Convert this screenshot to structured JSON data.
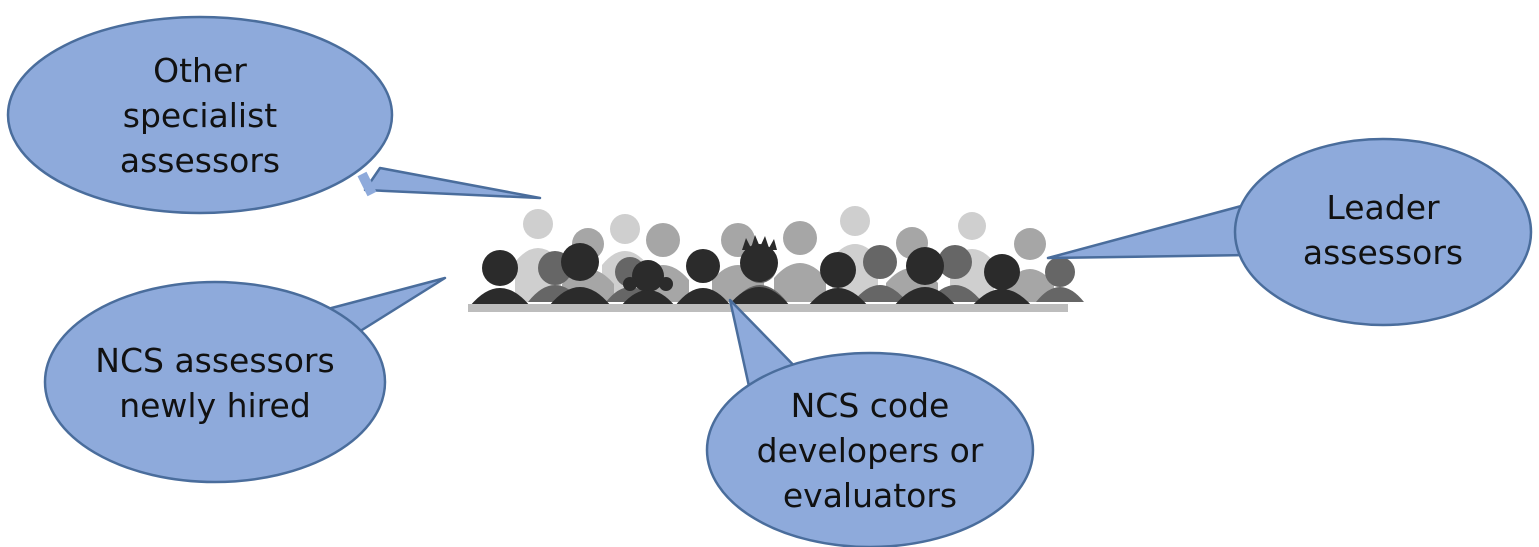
{
  "colors": {
    "bubble_fill": "#8eaadb",
    "bubble_stroke": "#4a6d9c",
    "silhouette_dark": "#2a2a2a",
    "silhouette_mid": "#5e5e5e",
    "silhouette_light": "#9a9a9a",
    "silhouette_pale": "#c4c4c4"
  },
  "bubbles": {
    "other_specialist": "Other\nspecialist\nassessors",
    "leader": "Leader\nassessors",
    "ncs_newly_hired": "NCS assessors\nnewly hired",
    "ncs_code": "NCS code\ndevelopers or\nevaluators"
  },
  "crowd": {
    "icon": "crowd-silhouette-icon"
  }
}
